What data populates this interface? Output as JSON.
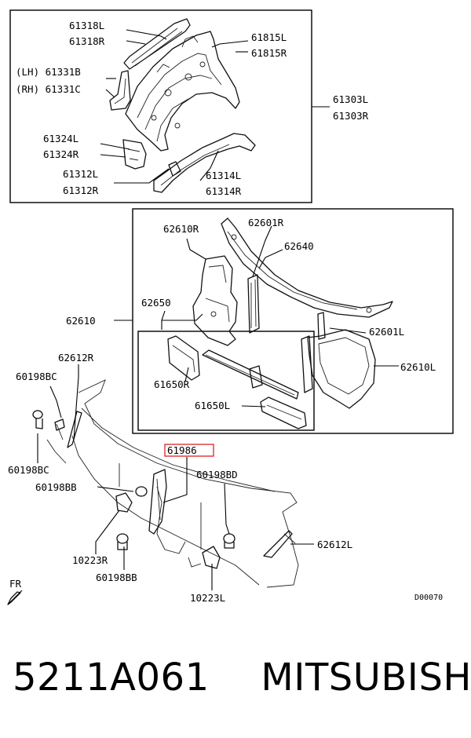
{
  "labels": {
    "l61318": "61318L",
    "r61318": "61318R",
    "l61815": "61815L",
    "r61815": "61815R",
    "lh61331": "(LH) 61331B",
    "rh61331": "(RH) 61331C",
    "l61303": "61303L",
    "r61303": "61303R",
    "l61324": "61324L",
    "r61324": "61324R",
    "l61312": "61312L",
    "r61312": "61312R",
    "l61314": "61314L",
    "r61314": "61314R",
    "r62610": "62610R",
    "r62601": "62601R",
    "p62640": "62640",
    "p62650": "62650",
    "p62610": "62610",
    "l62601": "62601L",
    "l62610": "62610L",
    "r61650": "61650R",
    "l61650": "61650L",
    "r62612": "62612R",
    "bc60198_top": "60198BC",
    "bc60198_bottom": "60198BC",
    "p61986": "61986",
    "bd60198": "60198BD",
    "bb60198_top": "60198BB",
    "l62612": "62612L",
    "r10223": "10223R",
    "bb60198_bottom": "60198BB",
    "l10223": "10223L",
    "fr": "FR",
    "diagram_code": "D00070"
  },
  "footer": {
    "part_number": "5211A061",
    "brand": "MITSUBISHI"
  },
  "colors": {
    "highlight": "#dd2222",
    "ink": "#111111"
  }
}
